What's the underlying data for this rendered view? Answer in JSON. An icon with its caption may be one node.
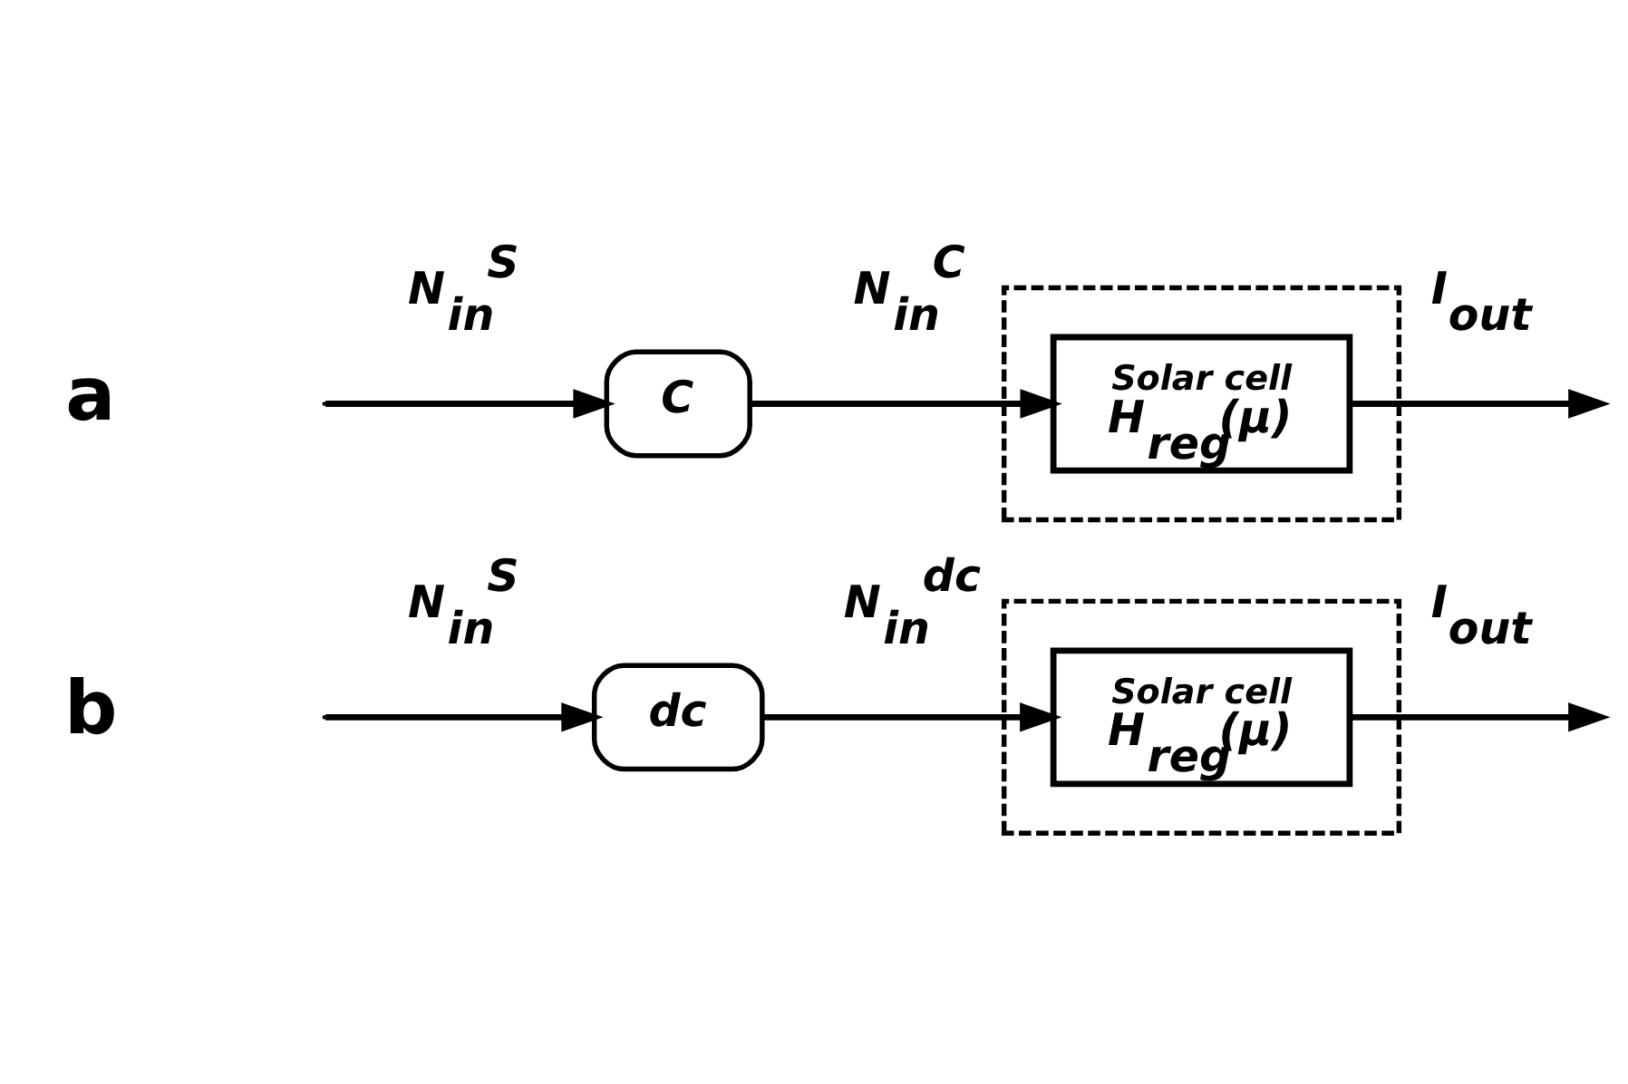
{
  "diagram": {
    "nodes": [
      {
        "text": [
          "C"
        ]
      },
      {
        "text": [],
        "shape": "box"
      },
      {
        "text": [
          "Solar cell",
          "H$_{reg}$(μ)"
        ],
        "in": 1
      },
      {
        "text": [
          "dc"
        ]
      },
      {
        "text": [],
        "shape": "box"
      },
      {
        "text": [
          "Solar cell",
          "H$_{reg}$(μ)"
        ],
        "in": 4
      }
    ],
    "edges": [
      {
        "from": null,
        "to": 0,
        "arrow": "to",
        "label": "N$_{in}$$^{S}$"
      },
      {
        "from": 0,
        "to": 2,
        "arrow": "to",
        "label": "N$_{in}$$^{C}$"
      },
      {
        "from": 2,
        "to": null,
        "arrow": "to",
        "label": "I$_{out}$"
      },
      {
        "from": null,
        "to": 3,
        "arrow": "to",
        "label": "N$_{in}$$^{S}$"
      },
      {
        "from": 3,
        "to": 5,
        "arrow": "to",
        "label": "N$_{in}$$^{dc}$"
      },
      {
        "from": 5,
        "to": null,
        "arrow": "to",
        "label": "I$_{out}$"
      }
    ],
    "labels": [
      "a",
      "b"
    ]
  }
}
